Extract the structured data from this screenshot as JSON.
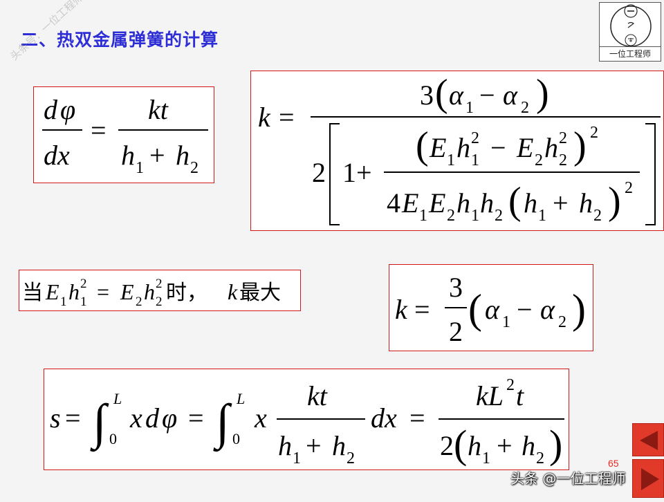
{
  "slide": {
    "title": "二、热双金属弹簧的计算",
    "page_number": "65"
  },
  "watermarks": {
    "diagonal": "头条号：一位工程师",
    "footer": "头条 @一位工程师"
  },
  "logo": {
    "text": "一位工程师"
  },
  "condition": {
    "prefix": "当",
    "suffix": "时，",
    "var": "k",
    "end": "最大"
  },
  "colors": {
    "title": "#2e2ed6",
    "box_border": "#d01818",
    "nav_button": "#e23a2a"
  },
  "icons": {
    "prev": "triangle-left-icon",
    "next": "triangle-right-icon"
  }
}
